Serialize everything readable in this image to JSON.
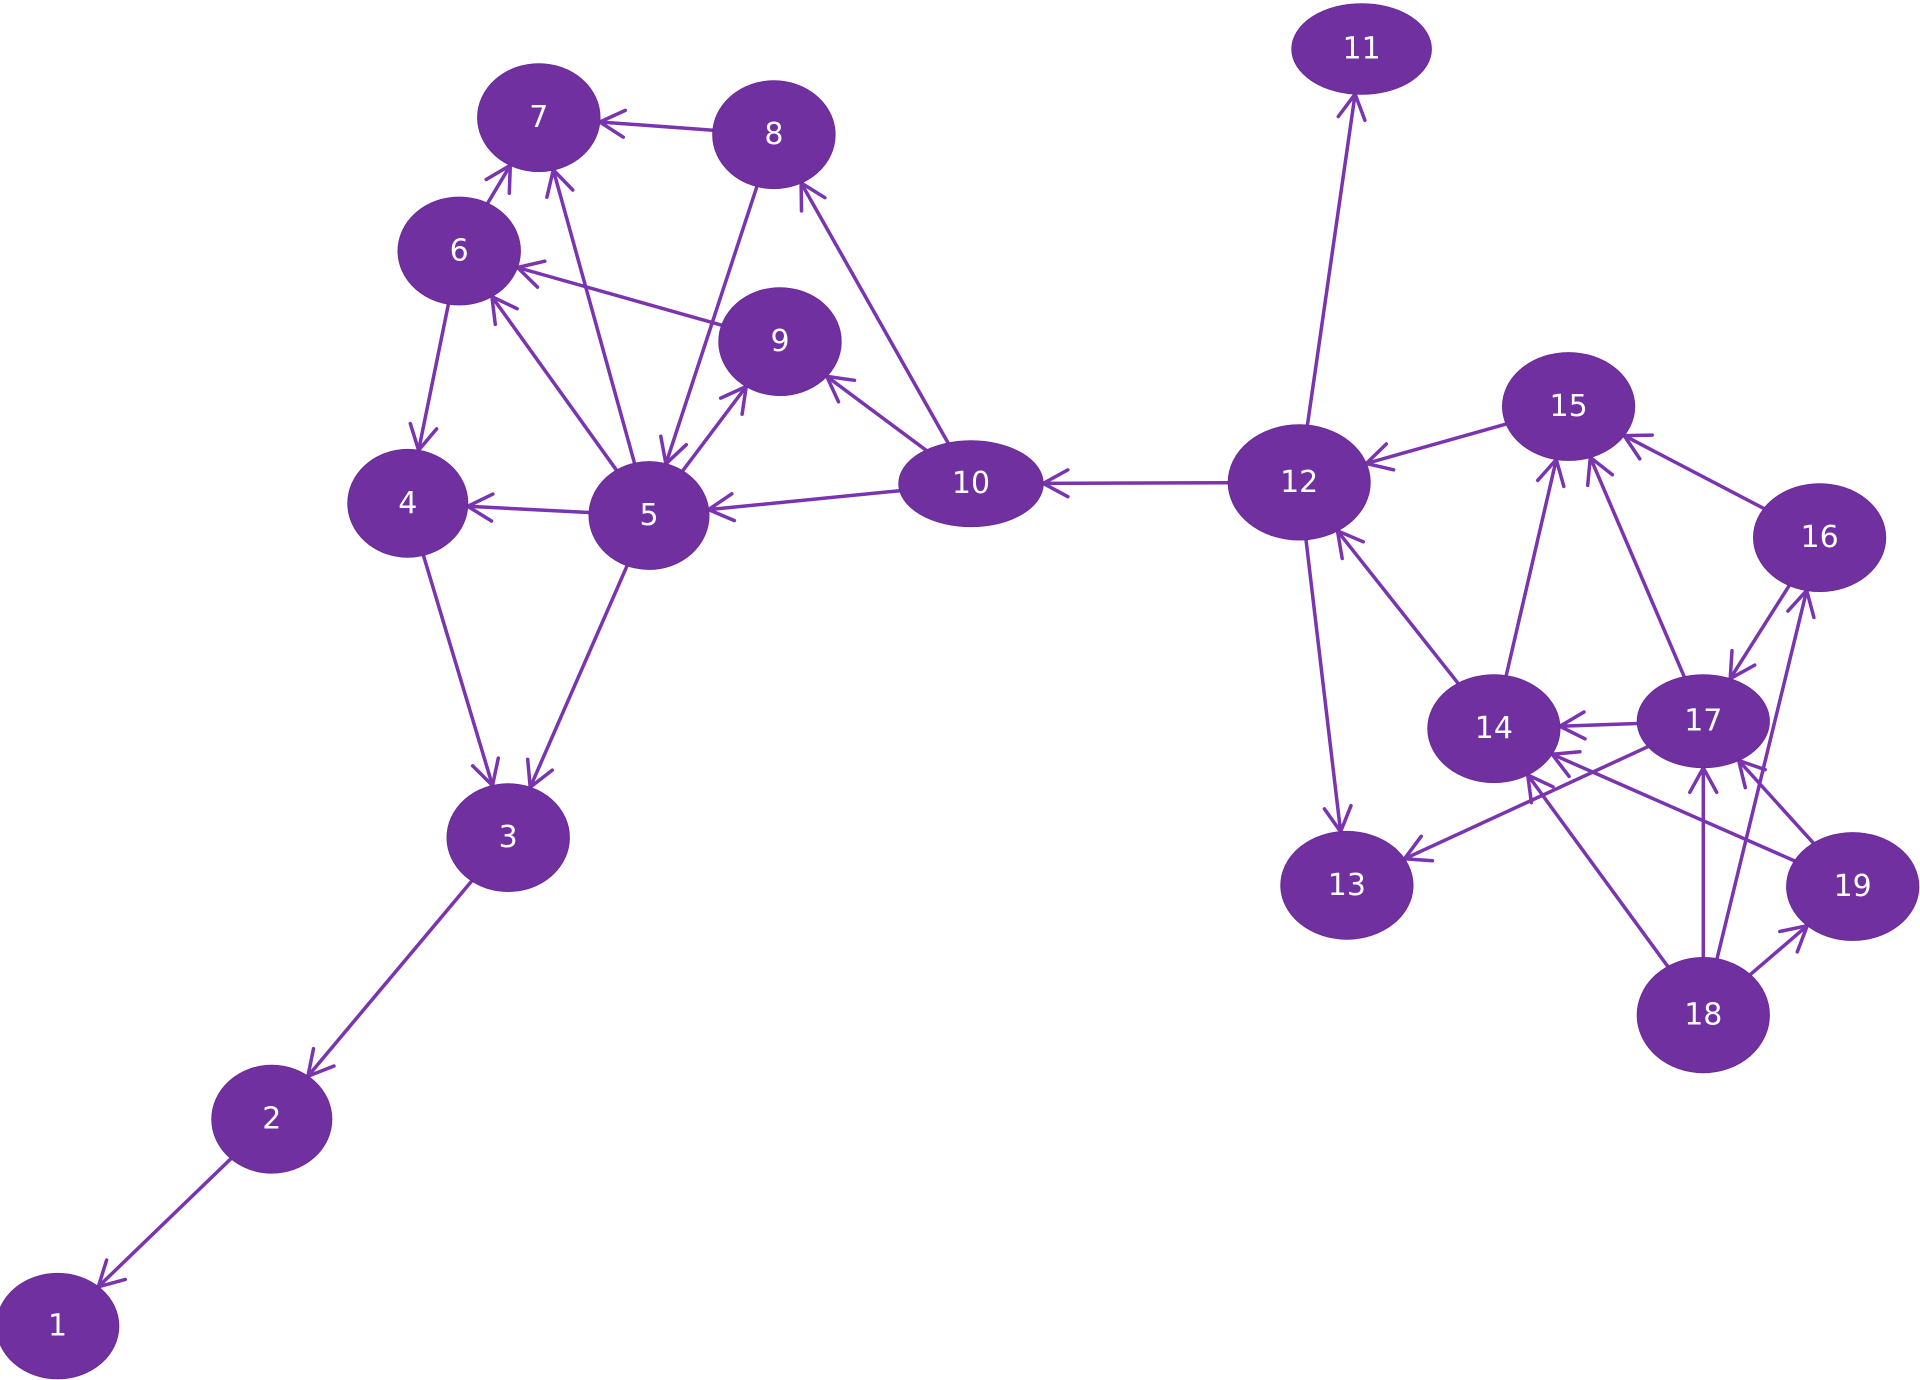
{
  "diagram": {
    "type": "directed-graph",
    "colors": {
      "node_fill": "#7030a0",
      "edge": "#7a34b0",
      "label": "#ffffff",
      "background": "#ffffff"
    },
    "nodes": [
      {
        "id": "1",
        "label": "1"
      },
      {
        "id": "2",
        "label": "2"
      },
      {
        "id": "3",
        "label": "3"
      },
      {
        "id": "4",
        "label": "4"
      },
      {
        "id": "5",
        "label": "5"
      },
      {
        "id": "6",
        "label": "6"
      },
      {
        "id": "7",
        "label": "7"
      },
      {
        "id": "8",
        "label": "8"
      },
      {
        "id": "9",
        "label": "9"
      },
      {
        "id": "10",
        "label": "10"
      },
      {
        "id": "11",
        "label": "11"
      },
      {
        "id": "12",
        "label": "12"
      },
      {
        "id": "13",
        "label": "13"
      },
      {
        "id": "14",
        "label": "14"
      },
      {
        "id": "15",
        "label": "15"
      },
      {
        "id": "16",
        "label": "16"
      },
      {
        "id": "17",
        "label": "17"
      },
      {
        "id": "18",
        "label": "18"
      },
      {
        "id": "19",
        "label": "19"
      }
    ],
    "edges": [
      {
        "from": "2",
        "to": "1"
      },
      {
        "from": "3",
        "to": "2"
      },
      {
        "from": "4",
        "to": "3"
      },
      {
        "from": "5",
        "to": "3"
      },
      {
        "from": "5",
        "to": "4"
      },
      {
        "from": "6",
        "to": "4"
      },
      {
        "from": "5",
        "to": "6"
      },
      {
        "from": "9",
        "to": "6"
      },
      {
        "from": "5",
        "to": "7"
      },
      {
        "from": "6",
        "to": "7"
      },
      {
        "from": "8",
        "to": "7"
      },
      {
        "from": "8",
        "to": "5"
      },
      {
        "from": "5",
        "to": "9"
      },
      {
        "from": "10",
        "to": "5"
      },
      {
        "from": "10",
        "to": "9"
      },
      {
        "from": "10",
        "to": "8"
      },
      {
        "from": "12",
        "to": "10"
      },
      {
        "from": "12",
        "to": "11"
      },
      {
        "from": "12",
        "to": "13"
      },
      {
        "from": "15",
        "to": "12"
      },
      {
        "from": "14",
        "to": "12"
      },
      {
        "from": "14",
        "to": "15"
      },
      {
        "from": "17",
        "to": "15"
      },
      {
        "from": "16",
        "to": "15"
      },
      {
        "from": "16",
        "to": "17"
      },
      {
        "from": "17",
        "to": "14"
      },
      {
        "from": "17",
        "to": "13"
      },
      {
        "from": "19",
        "to": "14"
      },
      {
        "from": "18",
        "to": "14"
      },
      {
        "from": "18",
        "to": "17"
      },
      {
        "from": "18",
        "to": "16"
      },
      {
        "from": "18",
        "to": "19"
      },
      {
        "from": "19",
        "to": "17"
      }
    ]
  }
}
